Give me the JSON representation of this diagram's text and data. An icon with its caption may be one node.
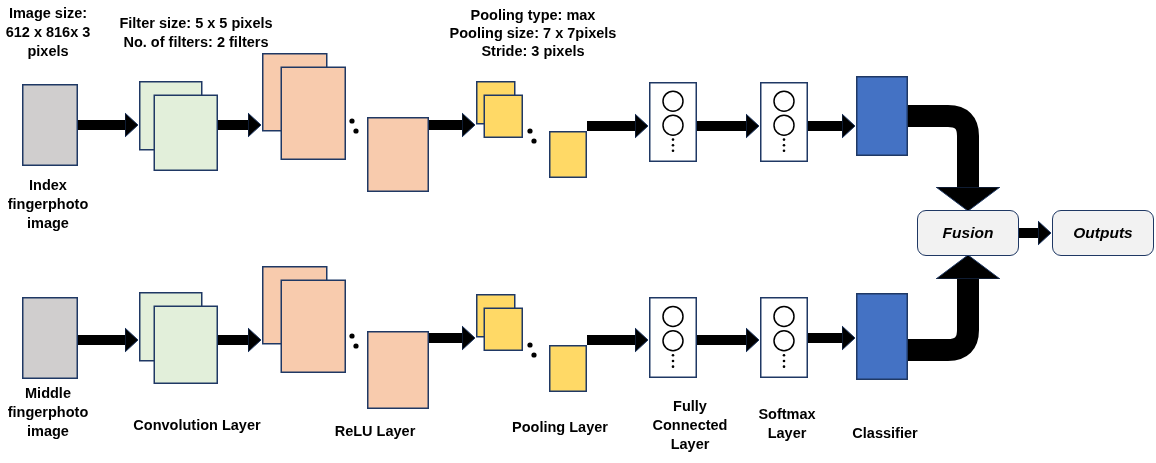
{
  "diagram": {
    "nodes": [
      {
        "text": [],
        "shape": "box",
        "beside": [
          "Image size: 612 x 816x 3 pixels",
          "Index fingerphoto image"
        ]
      },
      {
        "text": [],
        "shape": "box",
        "beside": [
          "Filter size: 5 x 5 pixels",
          "No. of filters: 2 filters"
        ]
      },
      {
        "text": [],
        "shape": "box"
      },
      {
        "text": [],
        "shape": "box"
      },
      {
        "text": [],
        "shape": "box",
        "beside": [
          "Pooling type: max",
          "Pooling size: 7 x 7pixels",
          "Stride: 3 pixels"
        ]
      },
      {
        "text": [],
        "shape": "box"
      },
      {
        "text": [],
        "shape": "box"
      },
      {
        "text": [],
        "shape": "box"
      },
      {
        "text": [],
        "shape": "bar"
      },
      {
        "text": [
          "Fusion"
        ]
      },
      {
        "text": [
          "Outputs"
        ]
      },
      {
        "text": [],
        "shape": "box",
        "beside": [
          "Middle fingerphoto image"
        ]
      },
      {
        "text": [],
        "shape": "box",
        "beside": [
          "Convolution Layer"
        ]
      },
      {
        "text": [],
        "shape": "box"
      },
      {
        "text": [],
        "shape": "box",
        "beside": [
          "ReLU Layer"
        ]
      },
      {
        "text": [],
        "shape": "box"
      },
      {
        "text": [],
        "shape": "box",
        "beside": [
          "Pooling Layer"
        ]
      },
      {
        "text": [],
        "shape": "box",
        "beside": [
          "Fully Connected Layer"
        ]
      },
      {
        "text": [],
        "shape": "box",
        "beside": [
          "Softmax Layer"
        ]
      },
      {
        "text": [],
        "shape": "bar",
        "beside": [
          "Classifier"
        ]
      }
    ],
    "edges": [
      {
        "from": 0,
        "to": 1,
        "arrow": "to"
      },
      {
        "from": 1,
        "to": 2,
        "arrow": "to"
      },
      {
        "from": 3,
        "to": 4,
        "arrow": "to"
      },
      {
        "from": 5,
        "to": 6,
        "arrow": "to"
      },
      {
        "from": 6,
        "to": 7,
        "arrow": "to"
      },
      {
        "from": 7,
        "to": 8,
        "arrow": "to"
      },
      {
        "from": 8,
        "to": 9,
        "arrow": "to",
        "style": "thick"
      },
      {
        "from": 9,
        "to": 10,
        "arrow": "to"
      },
      {
        "from": 11,
        "to": 12,
        "arrow": "to"
      },
      {
        "from": 12,
        "to": 13,
        "arrow": "to"
      },
      {
        "from": 14,
        "to": 15,
        "arrow": "to"
      },
      {
        "from": 16,
        "to": 17,
        "arrow": "to"
      },
      {
        "from": 17,
        "to": 18,
        "arrow": "to"
      },
      {
        "from": 18,
        "to": 19,
        "arrow": "to"
      },
      {
        "from": 19,
        "to": 9,
        "arrow": "to",
        "style": "thick"
      }
    ]
  }
}
